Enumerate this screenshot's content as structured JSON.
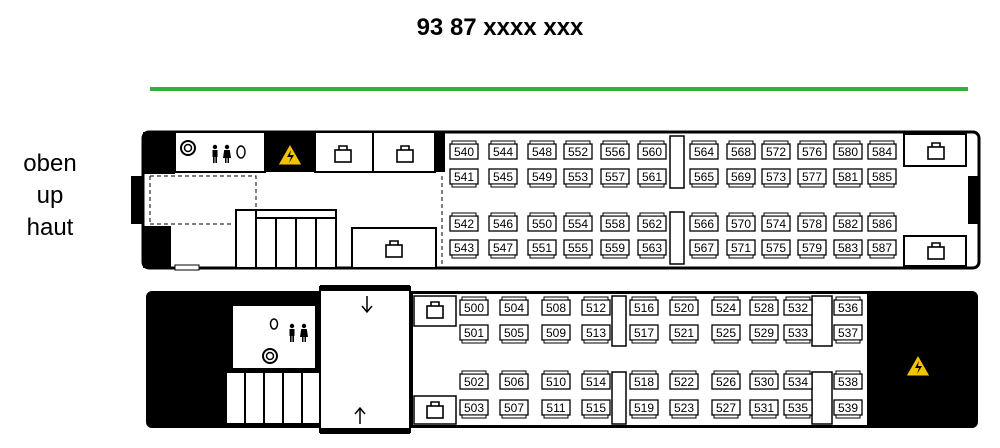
{
  "header": {
    "title": "93 87 xxxx xxx"
  },
  "deck_label": {
    "line1": "oben",
    "line2": "up",
    "line3": "haut"
  },
  "colors": {
    "accent_line": "#3bab3e",
    "body": "#000000",
    "warning": "#f3c300"
  },
  "icons": {
    "toilet": "toilet-icon",
    "luggage": "luggage-icon",
    "warning": "high-voltage-warning-icon",
    "stairs": "stairs-icon",
    "arrow": "arrow-icon"
  },
  "upper_deck": {
    "seats_top_pairs": [
      [
        "540",
        "541"
      ],
      [
        "544",
        "545"
      ],
      [
        "548",
        "549"
      ],
      [
        "552",
        "553"
      ],
      [
        "556",
        "557"
      ],
      [
        "560",
        "561"
      ],
      [
        "564",
        "565"
      ],
      [
        "568",
        "569"
      ],
      [
        "572",
        "573"
      ],
      [
        "576",
        "577"
      ],
      [
        "580",
        "581"
      ],
      [
        "584",
        "585"
      ]
    ],
    "seats_bottom_pairs": [
      [
        "542",
        "543"
      ],
      [
        "546",
        "547"
      ],
      [
        "550",
        "551"
      ],
      [
        "554",
        "555"
      ],
      [
        "558",
        "559"
      ],
      [
        "562",
        "563"
      ],
      [
        "566",
        "567"
      ],
      [
        "570",
        "571"
      ],
      [
        "574",
        "575"
      ],
      [
        "578",
        "579"
      ],
      [
        "582",
        "583"
      ],
      [
        "586",
        "587"
      ]
    ]
  },
  "lower_deck": {
    "seats_top_pairs": [
      [
        "500",
        "501"
      ],
      [
        "504",
        "505"
      ],
      [
        "508",
        "509"
      ],
      [
        "512",
        "513"
      ],
      [
        "516",
        "517"
      ],
      [
        "520",
        "521"
      ],
      [
        "524",
        "525"
      ],
      [
        "528",
        "529"
      ],
      [
        "532",
        "533"
      ],
      [
        "536",
        "537"
      ]
    ],
    "seats_bottom_pairs": [
      [
        "502",
        "503"
      ],
      [
        "506",
        "507"
      ],
      [
        "510",
        "511"
      ],
      [
        "514",
        "515"
      ],
      [
        "518",
        "519"
      ],
      [
        "522",
        "523"
      ],
      [
        "526",
        "527"
      ],
      [
        "530",
        "531"
      ],
      [
        "534",
        "535"
      ],
      [
        "538",
        "539"
      ]
    ]
  }
}
